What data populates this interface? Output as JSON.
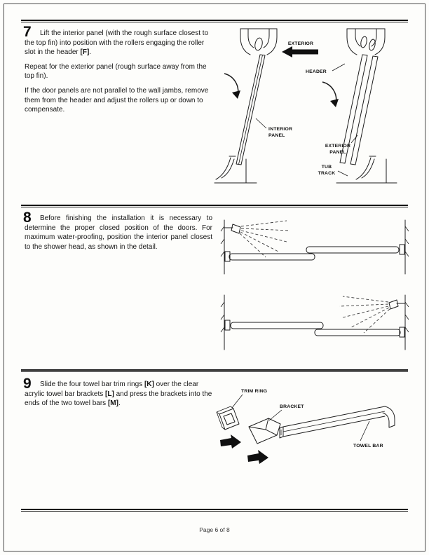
{
  "page": {
    "footer": "Page 6 of 8"
  },
  "step7": {
    "number": "7",
    "p1": "Lift the interior panel (with the rough surface closest to the top fin) into position with the rollers engaging the roller slot in the header [F].",
    "p2": "Repeat for the exterior panel (rough surface away from the top fin).",
    "p3": "If the door panels are not parallel to the wall jambs, remove them from the header and adjust the rollers up or down to compensate.",
    "labels": {
      "exterior": "EXTERIOR",
      "header": "HEADER",
      "interior_1": "INTERIOR",
      "interior_2": "PANEL",
      "exterior_panel_1": "EXTERIOR",
      "exterior_panel_2": "PANEL",
      "tub_1": "TUB",
      "tub_2": "TRACK"
    }
  },
  "step8": {
    "number": "8",
    "p1": "Before finishing the installation it is necessary to determine the proper closed position of the doors. For maximum water-proofing, position the interior panel closest to the shower head, as shown in the detail."
  },
  "step9": {
    "number": "9",
    "p1": "Slide the four towel bar trim rings [K] over the clear acrylic towel bar brackets [L] and press the brackets into the ends of the two towel bars [M].",
    "labels": {
      "trim_ring": "TRIM RING",
      "bracket": "BRACKET",
      "towel_bar": "TOWEL BAR"
    }
  }
}
